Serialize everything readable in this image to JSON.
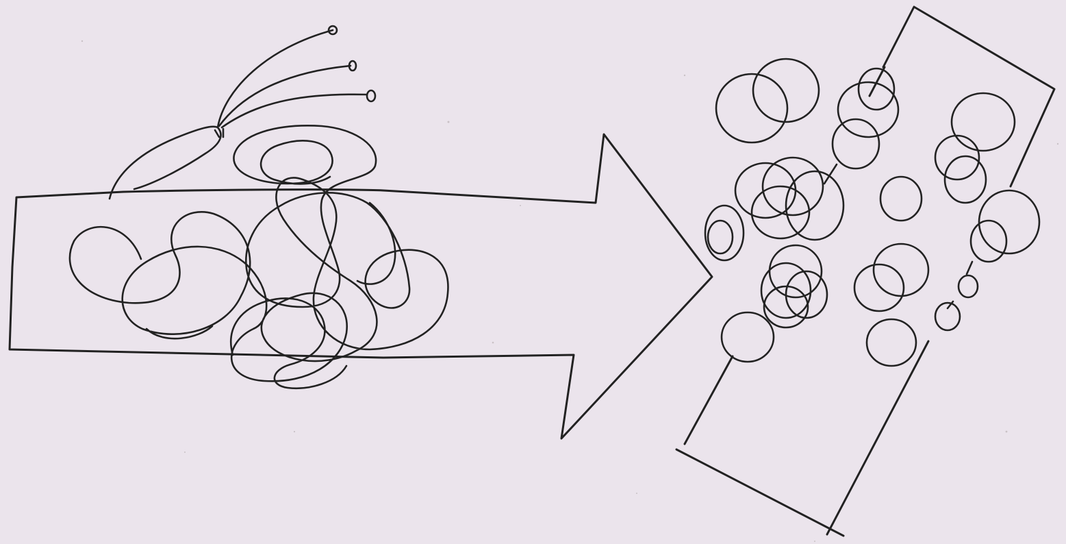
{
  "drawing": {
    "paper_color": "#ebe4ec",
    "ink_color": "#222222",
    "elements": [
      "big-arrow",
      "tangled-line",
      "ravelled-ends",
      "tilted-rectangle",
      "loop-clusters"
    ]
  }
}
